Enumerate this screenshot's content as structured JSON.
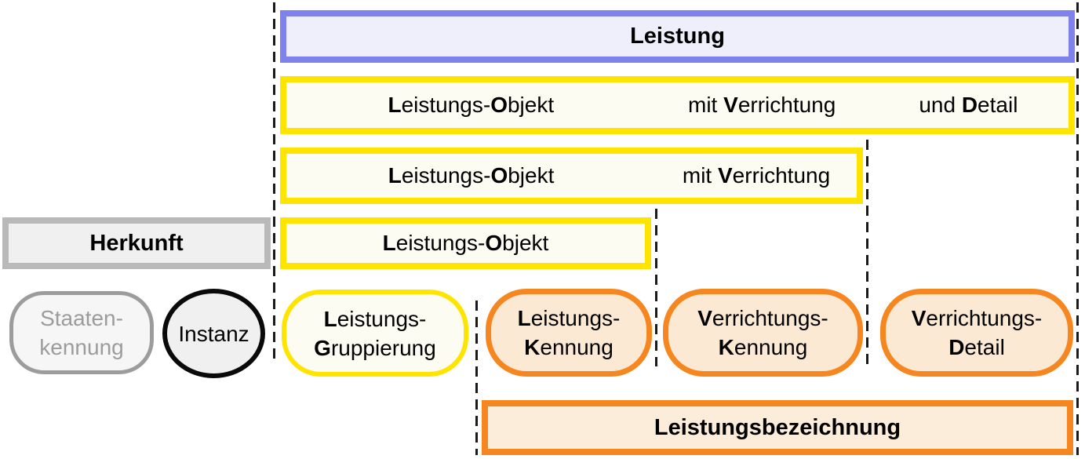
{
  "palette": {
    "blue_border": "#7f82ed",
    "blue_fill": "#efeffb",
    "yellow_border": "#ffe400",
    "cream_fill": "#fdfcf2",
    "orange_border": "#f6861f",
    "peach_fill": "#fbe9d3",
    "peach_fill_light": "#fcecda",
    "gray_border": "#b9b9b9",
    "gray_fill": "#f0f0f0",
    "muted_gray": "#9c9c9c",
    "black": "#000000"
  },
  "bars": {
    "leistung": {
      "label": "Leistung"
    },
    "objekt_verrichtung_detail": {
      "objekt": {
        "b1": "L",
        "t1": "eistungs-",
        "b2": "O",
        "t2": "bjekt"
      },
      "verrichtung": {
        "t1": "mit ",
        "b1": "V",
        "t2": "errichtung"
      },
      "detail": {
        "t1": "und ",
        "b1": "D",
        "t2": "etail"
      }
    },
    "objekt_verrichtung": {
      "objekt": {
        "b1": "L",
        "t1": "eistungs-",
        "b2": "O",
        "t2": "bjekt"
      },
      "verrichtung": {
        "t1": "mit ",
        "b1": "V",
        "t2": "errichtung"
      }
    },
    "objekt": {
      "objekt": {
        "b1": "L",
        "t1": "eistungs-",
        "b2": "O",
        "t2": "bjekt"
      }
    },
    "herkunft": {
      "label": "Herkunft"
    },
    "leistungsbezeichnung": {
      "label": "Leistungsbezeichnung"
    }
  },
  "nodes": {
    "staatenkennung": {
      "line1": "Staaten-",
      "line2": "kennung"
    },
    "instanz": {
      "label": "Instanz"
    },
    "leistungsgruppierung": {
      "line1": {
        "b": "L",
        "t": "eistungs-"
      },
      "line2": {
        "b": "G",
        "t": "ruppierung"
      }
    },
    "leistungskennung": {
      "line1": {
        "b": "L",
        "t": "eistungs-"
      },
      "line2": {
        "b": "K",
        "t": "ennung"
      }
    },
    "verrichtungskennung": {
      "line1": {
        "b": "V",
        "t": "errichtungs-"
      },
      "line2": {
        "b": "K",
        "t": "ennung"
      }
    },
    "verrichtungsdetail": {
      "line1": {
        "b": "V",
        "t": "errichtungs-"
      },
      "line2": {
        "b": "D",
        "t": "etail"
      }
    }
  }
}
